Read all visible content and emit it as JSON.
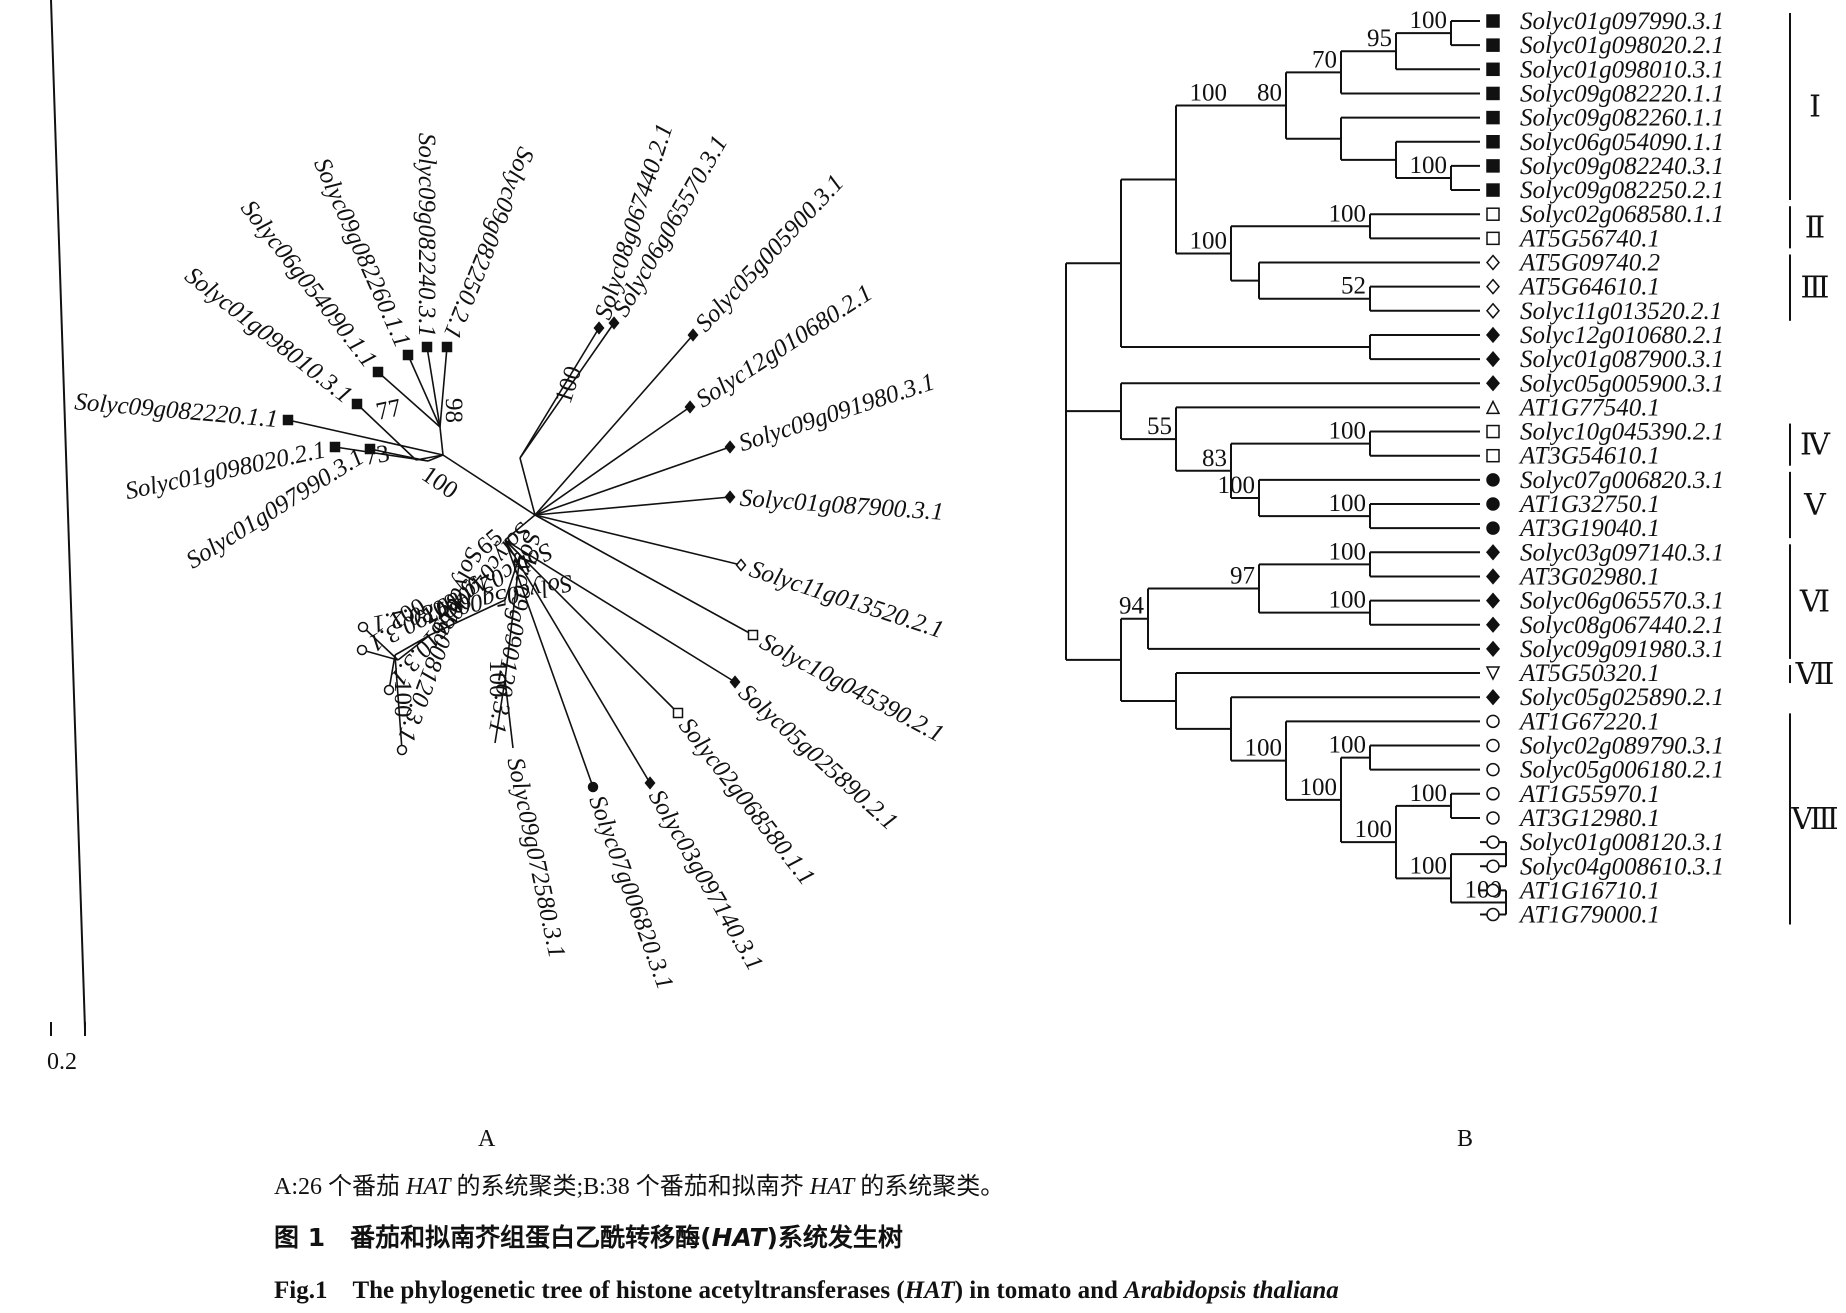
{
  "figure": {
    "panel_a_label": "A",
    "panel_b_label": "B",
    "scale_bar_label": "0.2",
    "caption": {
      "note_part1": "A:26 个番茄 ",
      "note_hat1": "HAT",
      "note_part2": " 的系统聚类;B:38 个番茄和拟南芥 ",
      "note_hat2": "HAT",
      "note_part3": " 的系统聚类。",
      "cn_title_prefix": "图 1　番茄和拟南芥组蛋白乙酰转移酶(",
      "cn_title_hat": "HAT",
      "cn_title_suffix": ")系统发生树",
      "en_title_prefix": "Fig.1　The phylogenetic tree of histone acetyltransferases (",
      "en_title_hat": "HAT",
      "en_title_mid": ") in tomato and ",
      "en_title_species": "Arabidopsis thaliana"
    }
  },
  "legend_markers": {
    "filled_square": "■",
    "open_square": "□",
    "open_diamond": "◇",
    "filled_diamond": "◆",
    "open_triangle": "△",
    "filled_circle": "●",
    "open_triangle_down": "▽",
    "open_circle": "○"
  },
  "chart_data": [
    {
      "type": "tree",
      "title": "A",
      "layout": "unrooted radial",
      "scale_bar": 0.2,
      "taxa_count": 26,
      "leaves": [
        {
          "name": "Solyc09g082220.1.1",
          "marker": "filled_square"
        },
        {
          "name": "Solyc01g098010.3.1",
          "marker": "filled_square"
        },
        {
          "name": "Solyc06g054090.1.1",
          "marker": "filled_square"
        },
        {
          "name": "Solyc09g082260.1.1",
          "marker": "filled_square"
        },
        {
          "name": "Solyc09g082240.3.1",
          "marker": "filled_square"
        },
        {
          "name": "Solyc09g082250.2.1",
          "marker": "filled_square"
        },
        {
          "name": "Solyc01g098020.2.1",
          "marker": "filled_square"
        },
        {
          "name": "Solyc01g097990.3.1",
          "marker": "filled_square"
        },
        {
          "name": "Solyc08g067440.2.1",
          "marker": "filled_diamond"
        },
        {
          "name": "Solyc06g065570.3.1",
          "marker": "filled_diamond"
        },
        {
          "name": "Solyc05g005900.3.1",
          "marker": "filled_diamond"
        },
        {
          "name": "Solyc12g010680.2.1",
          "marker": "filled_diamond"
        },
        {
          "name": "Solyc09g091980.3.1",
          "marker": "filled_diamond"
        },
        {
          "name": "Solyc01g087900.3.1",
          "marker": "filled_diamond"
        },
        {
          "name": "Solyc11g013520.2.1",
          "marker": "open_diamond"
        },
        {
          "name": "Solyc10g045390.2.1",
          "marker": "open_square"
        },
        {
          "name": "Solyc05g025890.2.1",
          "marker": "filled_diamond"
        },
        {
          "name": "Solyc02g068580.1.1",
          "marker": "open_square"
        },
        {
          "name": "Solyc03g097140.3.1",
          "marker": "filled_diamond"
        },
        {
          "name": "Solyc07g006820.3.1",
          "marker": "filled_circle"
        },
        {
          "name": "Solyc09g072580.3.1",
          "marker": "none"
        },
        {
          "name": "Solyc09g090120.3.1",
          "marker": "none"
        },
        {
          "name": "Solyc01g008120.3.1",
          "marker": "open_circle"
        },
        {
          "name": "Solyc04g008610.3.1",
          "marker": "open_circle"
        },
        {
          "name": "Solyc02g089790.3.1",
          "marker": "open_circle"
        },
        {
          "name": "Solyc05g006180.2.1",
          "marker": "open_circle"
        }
      ],
      "bootstrap_values": [
        "77",
        "98",
        "73",
        "100",
        "100",
        "65",
        "100",
        "100",
        "100",
        "100"
      ]
    },
    {
      "type": "tree",
      "title": "B",
      "layout": "rooted rectangular cladogram",
      "taxa_count": 38,
      "leaves": [
        {
          "name": "Solyc01g097990.3.1",
          "marker": "filled_square",
          "group": "I"
        },
        {
          "name": "Solyc01g098020.2.1",
          "marker": "filled_square",
          "group": "I"
        },
        {
          "name": "Solyc01g098010.3.1",
          "marker": "filled_square",
          "group": "I"
        },
        {
          "name": "Solyc09g082220.1.1",
          "marker": "filled_square",
          "group": "I"
        },
        {
          "name": "Solyc09g082260.1.1",
          "marker": "filled_square",
          "group": "I"
        },
        {
          "name": "Solyc06g054090.1.1",
          "marker": "filled_square",
          "group": "I"
        },
        {
          "name": "Solyc09g082240.3.1",
          "marker": "filled_square",
          "group": "I"
        },
        {
          "name": "Solyc09g082250.2.1",
          "marker": "filled_square",
          "group": "I"
        },
        {
          "name": "Solyc02g068580.1.1",
          "marker": "open_square",
          "group": "II"
        },
        {
          "name": "AT5G56740.1",
          "marker": "open_square",
          "group": "II"
        },
        {
          "name": "AT5G09740.2",
          "marker": "open_diamond",
          "group": "III"
        },
        {
          "name": "AT5G64610.1",
          "marker": "open_diamond",
          "group": "III"
        },
        {
          "name": "Solyc11g013520.2.1",
          "marker": "open_diamond",
          "group": "III"
        },
        {
          "name": "Solyc12g010680.2.1",
          "marker": "filled_diamond",
          "group": ""
        },
        {
          "name": "Solyc01g087900.3.1",
          "marker": "filled_diamond",
          "group": ""
        },
        {
          "name": "Solyc05g005900.3.1",
          "marker": "filled_diamond",
          "group": ""
        },
        {
          "name": "AT1G77540.1",
          "marker": "open_triangle",
          "group": ""
        },
        {
          "name": "Solyc10g045390.2.1",
          "marker": "open_square",
          "group": "IV"
        },
        {
          "name": "AT3G54610.1",
          "marker": "open_square",
          "group": "IV"
        },
        {
          "name": "Solyc07g006820.3.1",
          "marker": "filled_circle",
          "group": "V"
        },
        {
          "name": "AT1G32750.1",
          "marker": "filled_circle",
          "group": "V"
        },
        {
          "name": "AT3G19040.1",
          "marker": "filled_circle",
          "group": "V"
        },
        {
          "name": "Solyc03g097140.3.1",
          "marker": "filled_diamond",
          "group": "VI"
        },
        {
          "name": "AT3G02980.1",
          "marker": "filled_diamond",
          "group": "VI"
        },
        {
          "name": "Solyc06g065570.3.1",
          "marker": "filled_diamond",
          "group": "VI"
        },
        {
          "name": "Solyc08g067440.2.1",
          "marker": "filled_diamond",
          "group": "VI"
        },
        {
          "name": "Solyc09g091980.3.1",
          "marker": "filled_diamond",
          "group": "VI"
        },
        {
          "name": "AT5G50320.1",
          "marker": "open_triangle_down",
          "group": "VII"
        },
        {
          "name": "Solyc05g025890.2.1",
          "marker": "filled_diamond",
          "group": ""
        },
        {
          "name": "AT1G67220.1",
          "marker": "open_circle",
          "group": "VIII"
        },
        {
          "name": "Solyc02g089790.3.1",
          "marker": "open_circle",
          "group": "VIII"
        },
        {
          "name": "Solyc05g006180.2.1",
          "marker": "open_circle",
          "group": "VIII"
        },
        {
          "name": "AT1G55970.1",
          "marker": "open_circle",
          "group": "VIII"
        },
        {
          "name": "AT3G12980.1",
          "marker": "open_circle",
          "group": "VIII"
        },
        {
          "name": "Solyc01g008120.3.1",
          "marker": "open_circle",
          "group": "VIII"
        },
        {
          "name": "Solyc04g008610.3.1",
          "marker": "open_circle",
          "group": "VIII"
        },
        {
          "name": "AT1G16710.1",
          "marker": "open_circle",
          "group": "VIII"
        },
        {
          "name": "AT1G79000.1",
          "marker": "open_circle",
          "group": "VIII"
        }
      ],
      "groups": [
        {
          "label": "Ⅰ",
          "from": 0,
          "to": 7
        },
        {
          "label": "Ⅱ",
          "from": 8,
          "to": 9
        },
        {
          "label": "Ⅲ",
          "from": 10,
          "to": 12
        },
        {
          "label": "Ⅳ",
          "from": 17,
          "to": 18
        },
        {
          "label": "Ⅴ",
          "from": 19,
          "to": 21
        },
        {
          "label": "Ⅵ",
          "from": 22,
          "to": 26
        },
        {
          "label": "Ⅶ",
          "from": 27,
          "to": 27
        },
        {
          "label": "Ⅷ",
          "from": 29,
          "to": 37
        }
      ],
      "newick": "((((((((Solyc01g097990.3.1,Solyc01g098020.2.1)100,Solyc01g098010.3.1)95,Solyc09g082220.1.1)70,(Solyc09g082260.1.1,(Solyc06g054090.1.1,(Solyc09g082240.3.1,Solyc09g082250.2.1)100)))80)100,((Solyc02g068580.1.1,AT5G56740.1)100,(AT5G09740.2,(AT5G64610.1,Solyc11g013520.2.1)52))100),(Solyc12g010680.2.1,Solyc01g087900.3.1)),(Solyc05g005900.3.1,(AT1G77540.1,((Solyc10g045390.2.1,AT3G54610.1)100,(Solyc07g006820.3.1,(AT1G32750.1,AT3G19040.1)100)100)83)55),((((Solyc03g097140.3.1,AT3G02980.1)100,(Solyc06g065570.3.1,Solyc08g067440.2.1)100)97,Solyc09g091980.3.1)94,(AT5G50320.1,(Solyc05g025890.2.1,(AT1G67220.1,((Solyc02g089790.3.1,Solyc05g006180.2.1)100,((AT1G55970.1,AT3G12980.1)100,((Solyc01g008120.3.1,Solyc04g008610.3.1),(AT1G16710.1,AT1G79000.1)100)100)100)100)100))));",
      "bootstrap_values": [
        "100",
        "95",
        "70",
        "100",
        "80",
        "100",
        "100",
        "100",
        "52",
        "55",
        "100",
        "83",
        "100",
        "100",
        "100",
        "97",
        "94",
        "100",
        "100",
        "100",
        "100",
        "100",
        "100",
        "100",
        "100"
      ]
    }
  ]
}
